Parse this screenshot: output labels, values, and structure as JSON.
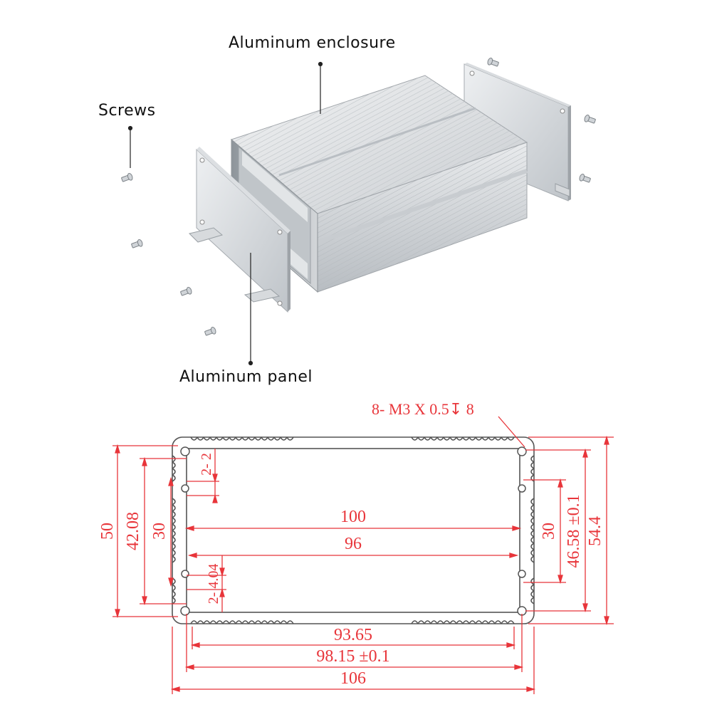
{
  "callouts": {
    "enclosure": "Aluminum enclosure",
    "screws": "Screws",
    "panel": "Aluminum panel"
  },
  "drawing": {
    "thread_spec": "8- M3 X 0.5↧ 8",
    "dim_100": "100",
    "dim_96": "96",
    "dim_93_65": "93.65",
    "dim_98_15": "98.15 ±0.1",
    "dim_106": "106",
    "dim_50": "50",
    "dim_42_08": "42.08",
    "dim_30_left": "30",
    "dim_30_right": "30",
    "dim_46_58": "46.58 ±0.1",
    "dim_54_4": "54.4",
    "dim_2_2": "2- 2",
    "dim_2_4_04": "2- 4.04"
  },
  "colors": {
    "dimension": "#e8353a",
    "profile": "#444444",
    "metal_light": "#e6e8ea",
    "metal_dark": "#aeb3b8"
  }
}
